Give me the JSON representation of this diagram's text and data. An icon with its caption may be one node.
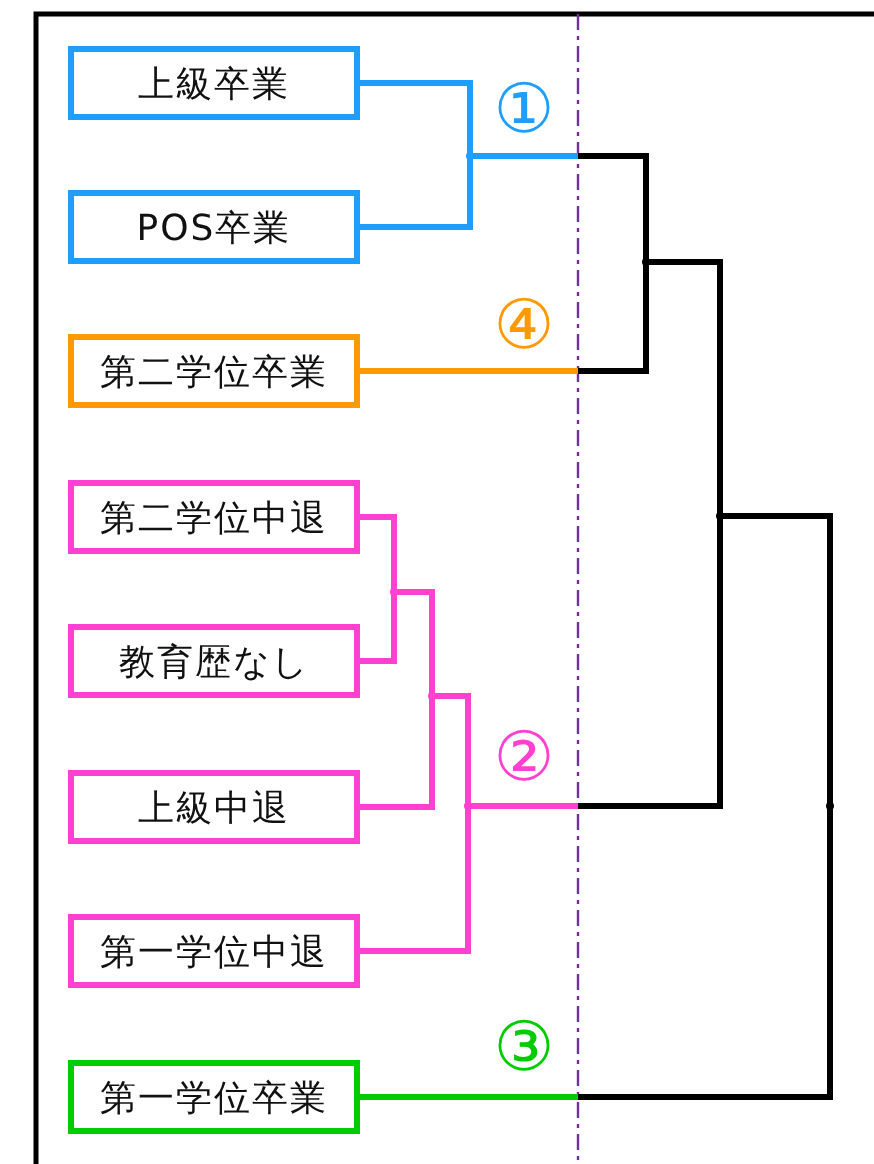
{
  "diagram": {
    "nodes": [
      {
        "text": [
          "上級卒業"
        ]
      },
      {
        "text": [
          "POS卒業"
        ]
      },
      {
        "text": [
          "第二学位卒業"
        ]
      },
      {
        "text": [
          "第二学位中退"
        ]
      },
      {
        "text": [
          "教育歴なし"
        ]
      },
      {
        "text": [
          "上級中退"
        ]
      },
      {
        "text": [
          "第一学位中退"
        ]
      },
      {
        "text": [
          "第一学位卒業"
        ]
      },
      {
        "text": [],
        "shape": "point"
      },
      {
        "text": [],
        "shape": "point"
      },
      {
        "text": [],
        "shape": "point"
      },
      {
        "text": [],
        "shape": "point"
      },
      {
        "text": [],
        "shape": "point"
      },
      {
        "text": [],
        "shape": "point"
      },
      {
        "text": [],
        "shape": "point"
      }
    ],
    "edges": [
      {
        "from": 0,
        "to": 8,
        "arrow": "none",
        "color": "#1e9fff"
      },
      {
        "from": 1,
        "to": 8,
        "arrow": "none",
        "color": "#1e9fff"
      },
      {
        "from": 8,
        "to": 9,
        "arrow": "none",
        "color": "#1e9fff"
      },
      {
        "from": 2,
        "to": 9,
        "arrow": "none",
        "color": "#ff9900"
      },
      {
        "from": 3,
        "to": 10,
        "arrow": "none",
        "color": "#ff40d0"
      },
      {
        "from": 4,
        "to": 10,
        "arrow": "none",
        "color": "#ff40d0"
      },
      {
        "from": 10,
        "to": 11,
        "arrow": "none",
        "color": "#ff40d0"
      },
      {
        "from": 5,
        "to": 11,
        "arrow": "none",
        "color": "#ff40d0"
      },
      {
        "from": 11,
        "to": 12,
        "arrow": "none",
        "color": "#ff40d0"
      },
      {
        "from": 6,
        "to": 12,
        "arrow": "none",
        "color": "#ff40d0"
      },
      {
        "from": 12,
        "to": 13,
        "arrow": "none",
        "color": "#ff40d0"
      },
      {
        "from": 9,
        "to": 13,
        "arrow": "none"
      },
      {
        "from": 13,
        "to": 14,
        "arrow": "none"
      },
      {
        "from": 7,
        "to": 14,
        "arrow": "none",
        "color": "#00cc00"
      }
    ],
    "labels": [
      "①",
      "④",
      "②",
      "③"
    ]
  }
}
